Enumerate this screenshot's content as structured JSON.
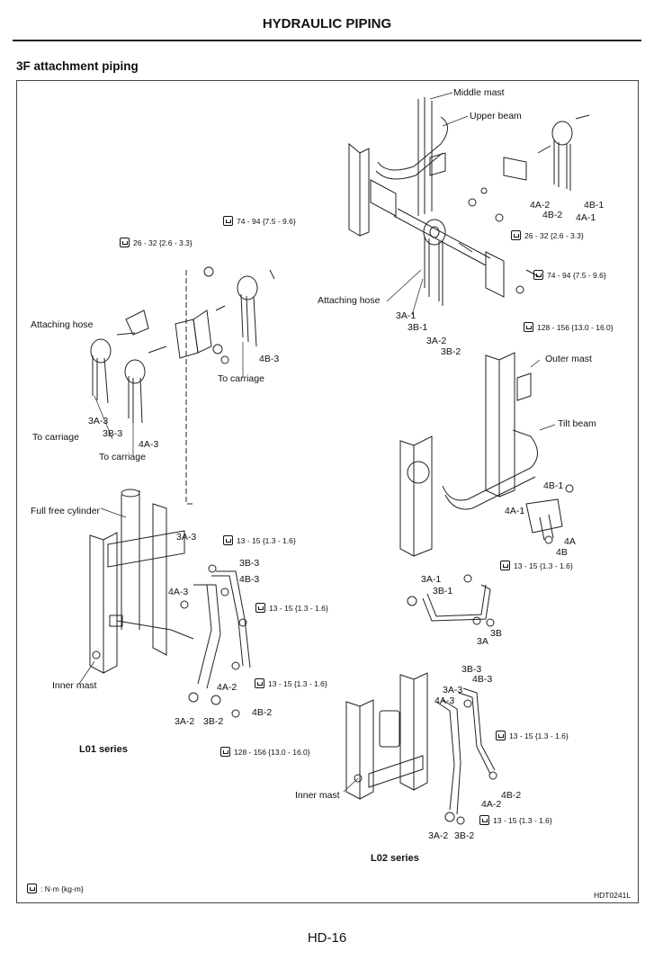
{
  "header": {
    "title": "HYDRAULIC PIPING"
  },
  "section": {
    "title": "3F attachment piping"
  },
  "labels": {
    "middle_mast": "Middle mast",
    "upper_beam": "Upper beam",
    "attaching_hose_top": "Attaching hose",
    "attaching_hose_left": "Attaching hose",
    "to_carriage_1": "To carriage",
    "to_carriage_2": "To carriage",
    "to_carriage_3": "To carriage",
    "outer_mast": "Outer mast",
    "tilt_beam": "Tilt beam",
    "full_free_cylinder": "Full free cylinder",
    "inner_mast_l01": "Inner mast",
    "inner_mast_l02": "Inner mast"
  },
  "parts": {
    "p4a2_tr": "4A-2",
    "p4b1_tr": "4B-1",
    "p4b2_tr": "4B-2",
    "p4a1_tr": "4A-1",
    "p3a1_t": "3A-1",
    "p3b1_t": "3B-1",
    "p3a2_t": "3A-2",
    "p3b2_t": "3B-2",
    "p4b3_l": "4B-3",
    "p3a3_l": "3A-3",
    "p3b3_l": "3B-3",
    "p4a3_l": "4A-3",
    "p4b1_m": "4B-1",
    "p4a1_m": "4A-1",
    "p4a_m": "4A",
    "p4b_m": "4B",
    "p3a1_m": "3A-1",
    "p3b1_m": "3B-1",
    "p3b_m": "3B",
    "p3a_m": "3A",
    "p3a3_c": "3A-3",
    "p3b3_c": "3B-3",
    "p4b3_c": "4B-3",
    "p4a3_c": "4A-3",
    "p4a2_c": "4A-2",
    "p4b2_c": "4B-2",
    "p3a2_c": "3A-2",
    "p3b2_c": "3B-2",
    "p3b3_r": "3B-3",
    "p4b3_r": "4B-3",
    "p3a3_r": "3A-3",
    "p4a3_r": "4A-3",
    "p4b2_r": "4B-2",
    "p4a2_r": "4A-2",
    "p3a2_r": "3A-2",
    "p3b2_r": "3B-2"
  },
  "torques": {
    "t1": "74 - 94 {7.5 - 9.6}",
    "t2": "26 - 32 {2.6 - 3.3}",
    "t3": "26 - 32 {2.6 - 3.3}",
    "t4": "74 - 94 {7.5 - 9.6}",
    "t5": "128 - 156 {13.0 - 16.0}",
    "t6": "13 - 15 {1.3 - 1.6}",
    "t7": "13 - 15 {1.3 - 1.6}",
    "t8": "13 - 15 {1.3 - 1.6}",
    "t9": "13 - 15 {1.3 - 1.6}",
    "t10": "128 - 156 {13.0 - 16.0}",
    "t11": "13 - 15 {1.3 - 1.6}",
    "t12": "13 - 15 {1.3 - 1.6}"
  },
  "series": {
    "l01": "L01 series",
    "l02": "L02 series"
  },
  "legend": {
    "unit": ": N·m {kg-m}"
  },
  "figure_code": "HDT0241L",
  "page_number": "HD-16"
}
